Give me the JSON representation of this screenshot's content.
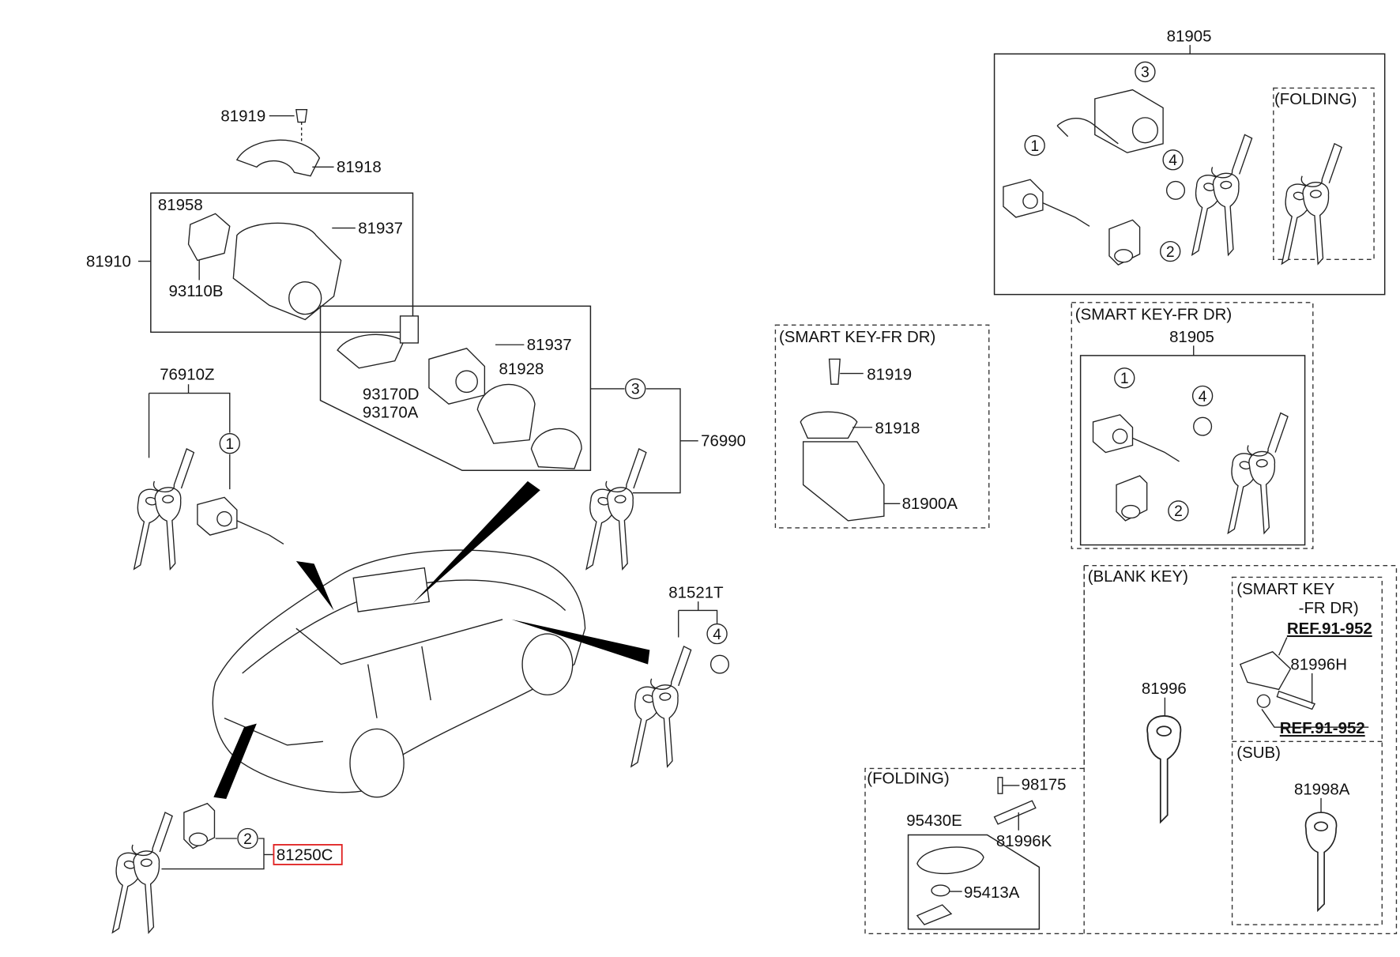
{
  "labels": {
    "p81905_top": "81905",
    "folding_top": "(FOLDING)",
    "smart_key_fr_dr_right": "(SMART KEY-FR DR)",
    "p81905_mid": "81905",
    "smart_key_fr_dr_left": "(SMART KEY-FR DR)",
    "p81919_right": "81919",
    "p81918_right": "81918",
    "p81900A": "81900A",
    "blank_key": "(BLANK KEY)",
    "p81996": "81996",
    "smart_key_line1": "(SMART KEY",
    "smart_key_line2": "-FR DR)",
    "ref_1": "REF.91-952",
    "p81996H": "81996H",
    "ref_2": "REF.91-952",
    "sub": "(SUB)",
    "p81998A": "81998A",
    "folding_bottom": "(FOLDING)",
    "p98175": "98175",
    "p95430E": "95430E",
    "p81996K": "81996K",
    "p95413A": "95413A",
    "p81919_left": "81919",
    "p81918_left": "81918",
    "p81958": "81958",
    "p81937_a": "81937",
    "p81910": "81910",
    "p93110B": "93110B",
    "p81937_b": "81937",
    "p81928": "81928",
    "p93170D": "93170D",
    "p93170A": "93170A",
    "p76990": "76990",
    "p76910Z": "76910Z",
    "p81521T": "81521T",
    "p81250C": "81250C"
  },
  "callouts": {
    "c1": "1",
    "c2": "2",
    "c3": "3",
    "c4": "4"
  },
  "highlight_color": "#e02020"
}
